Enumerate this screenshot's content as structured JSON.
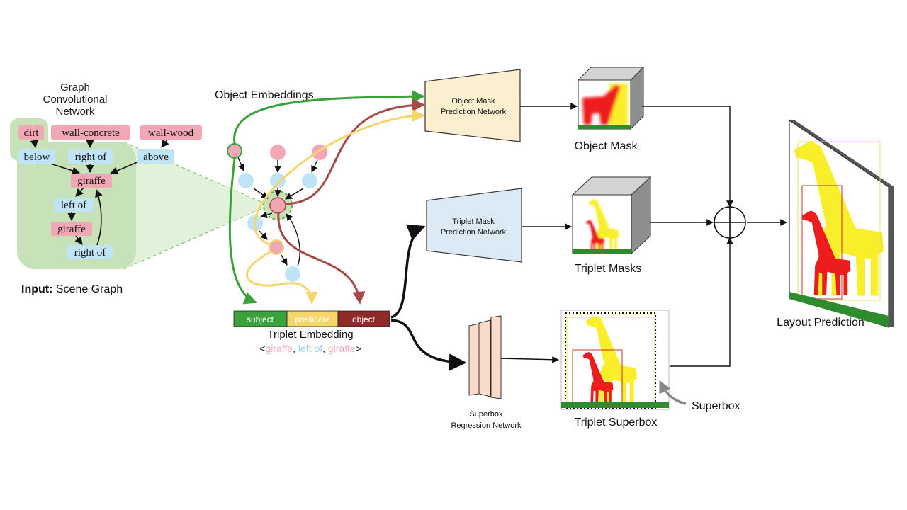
{
  "colors": {
    "node_pink": "#F2A7B5",
    "node_blue": "#BFE4F5",
    "graph_bg": "#C7E2B8",
    "subject_green": "#3BA23B",
    "predicate_yellow": "#F6D56B",
    "object_maroon": "#8E2A2A",
    "object_net_fill": "#FCEFCF",
    "triplet_net_fill": "#DCEAF5",
    "regression_fill": "#FADBCB",
    "giraffe_yellow": "#F8EE2A",
    "giraffe_red": "#EE1C1C",
    "ground_green": "#2E8B2E"
  },
  "scene_graph": {
    "title_lines": [
      "Graph",
      "Convolutional",
      "Network"
    ],
    "caption_bold": "Input:",
    "caption_rest": " Scene Graph",
    "nodes": {
      "dirt": "dirt",
      "wall_concrete": "wall-concrete",
      "wall_wood": "wall-wood",
      "below": "below",
      "right_of_1": "right of",
      "above": "above",
      "giraffe_1": "giraffe",
      "left_of": "left of",
      "giraffe_2": "giraffe",
      "right_of_2": "right of"
    }
  },
  "labels": {
    "object_embeddings": "Object Embeddings",
    "object_mask_net_lines": [
      "Object Mask",
      "Prediction Network"
    ],
    "object_mask": "Object Mask",
    "triplet_mask_net_lines": [
      "Triplet Mask",
      "Prediction Network"
    ],
    "triplet_masks": "Triplet Masks",
    "superbox_net_lines": [
      "Superbox",
      "Regression Network"
    ],
    "triplet_superbox": "Triplet Superbox",
    "superbox": "Superbox",
    "layout_prediction": "Layout Prediction",
    "triplet_embedding": "Triplet Embedding",
    "embedding_segments": [
      "subject",
      "predicate",
      "object"
    ],
    "triplet_example": {
      "open": "<",
      "subject": "giraffe",
      "sep1": ", ",
      "predicate": "left of",
      "sep2": ", ",
      "object": "giraffe",
      "close": ">"
    }
  }
}
